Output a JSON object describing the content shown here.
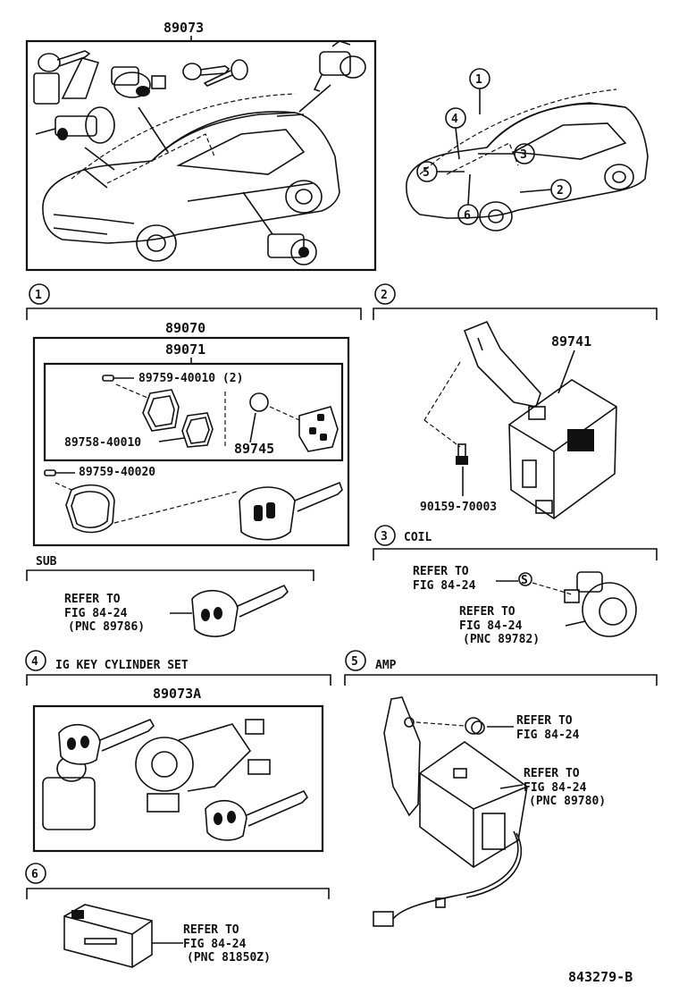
{
  "main": {
    "top_part": "89073",
    "footer_code": "843279-B",
    "callouts": [
      "1",
      "2",
      "3",
      "4",
      "5",
      "6"
    ]
  },
  "section1": {
    "num": "1",
    "outer_part": "89070",
    "inner_part": "89071",
    "screw_a": "89759-40010 (2)",
    "case_part": "89758-40010",
    "battery_part": "89745",
    "screw_b": "89759-40020",
    "sub_label": "SUB",
    "sub_ref": [
      "REFER TO",
      "FIG 84-24",
      "(PNC 89786)"
    ]
  },
  "section2": {
    "num": "2",
    "module_part": "89741",
    "bolt_part": "90159-70003"
  },
  "section3": {
    "num": "3",
    "title": "COIL",
    "ref_a": [
      "REFER TO",
      "FIG 84-24"
    ],
    "ref_b": [
      "REFER TO",
      "FIG 84-24",
      "(PNC 89782)"
    ]
  },
  "section4": {
    "num": "4",
    "title": "IG KEY CYLINDER SET",
    "part": "89073A"
  },
  "section5": {
    "num": "5",
    "title": "AMP",
    "ref_a": [
      "REFER TO",
      "FIG 84-24"
    ],
    "ref_b": [
      "REFER TO",
      "FIG 84-24",
      "(PNC 89780)"
    ]
  },
  "section6": {
    "num": "6",
    "ref": [
      "REFER TO",
      "FIG 84-24",
      "(PNC 81850Z)"
    ]
  }
}
